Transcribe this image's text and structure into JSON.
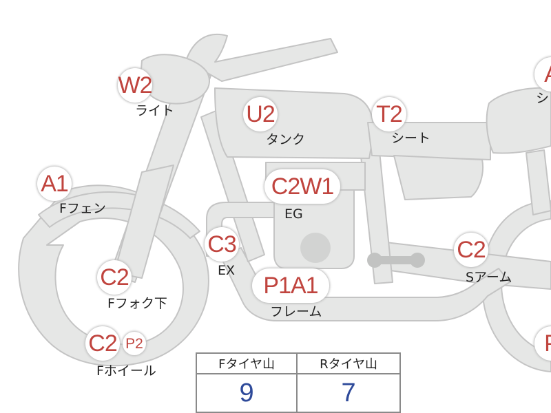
{
  "parts": [
    {
      "code": "W2",
      "label": "ライト"
    },
    {
      "code": "U2",
      "label": "タンク"
    },
    {
      "code": "T2",
      "label": "シート"
    },
    {
      "code": "A",
      "label": "シ"
    },
    {
      "code": "A1",
      "label": "Fフェン"
    },
    {
      "code": "C2W1",
      "label": "EG"
    },
    {
      "code": "C3",
      "label": "EX"
    },
    {
      "code": "C2",
      "label": "Sアーム"
    },
    {
      "code": "C2",
      "label": "Fフォク下"
    },
    {
      "code": "P1A1",
      "label": "フレーム"
    },
    {
      "code": "C2",
      "sub_code": "P2",
      "label": "Fホイール"
    },
    {
      "code": "P",
      "label": ""
    }
  ],
  "tread_table": {
    "front_header": "Fタイヤ山",
    "rear_header": "Rタイヤ山",
    "front_value": "9",
    "rear_value": "7"
  },
  "colors": {
    "body_fill": "#e6e7e6",
    "outline": "#c4c4c4",
    "code_text": "#c0443e",
    "value_text": "#2e4a9a"
  }
}
